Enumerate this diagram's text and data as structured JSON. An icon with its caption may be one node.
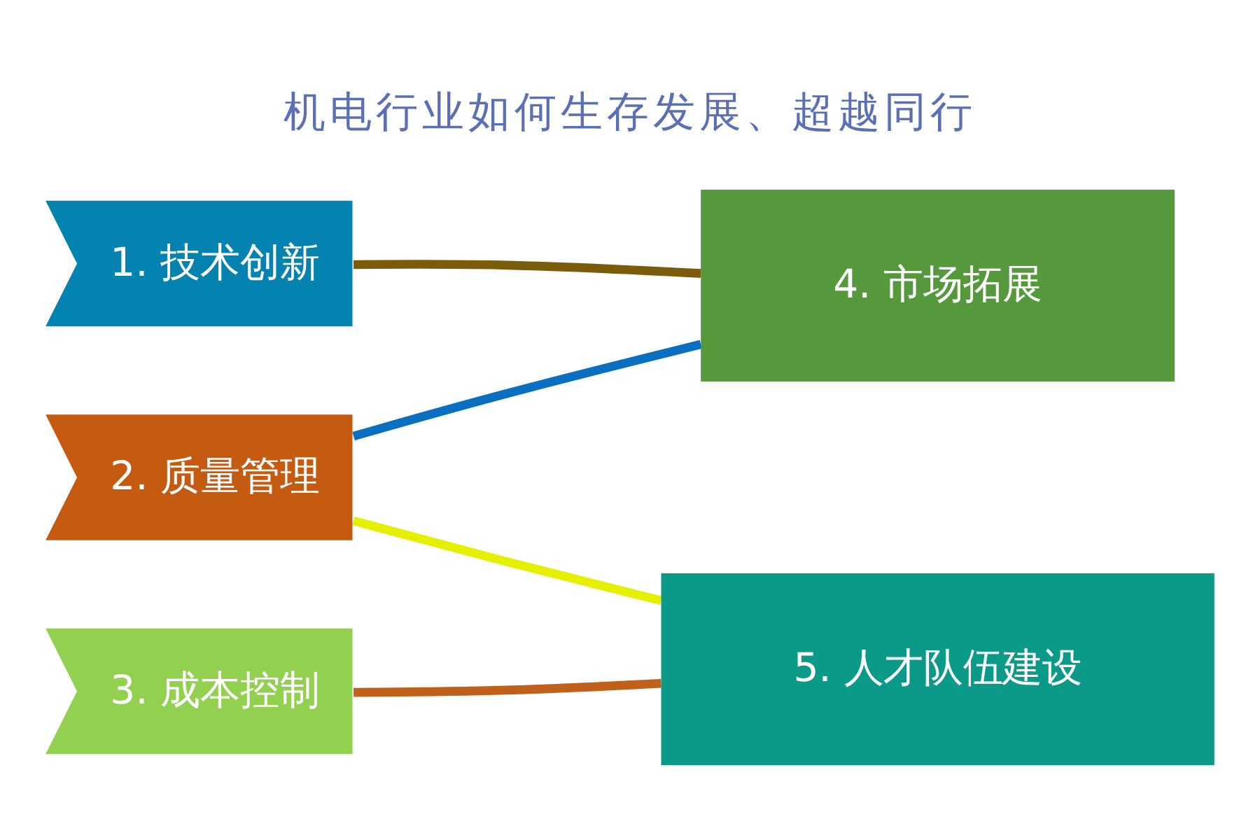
{
  "diagram": {
    "title": "机电行业如何生存发展、超越同行",
    "nodes": [
      {
        "text": [
          "1. 技术创新"
        ]
      },
      {
        "text": [
          "2.  质量管理"
        ]
      },
      {
        "text": [
          "3.  成本控制"
        ]
      },
      {
        "text": [
          "4.  市场拓展"
        ]
      },
      {
        "text": [
          "5. 人才队伍建设"
        ]
      }
    ],
    "edges": [
      {
        "from": 0,
        "to": 3,
        "arrow": "none",
        "color": "#7a5c0a"
      },
      {
        "from": 1,
        "to": 3,
        "arrow": "none",
        "color": "#0a6fc0"
      },
      {
        "from": 1,
        "to": 4,
        "arrow": "none",
        "color": "#e5f000"
      },
      {
        "from": 2,
        "to": 4,
        "arrow": "none",
        "color": "#c0601a"
      }
    ]
  }
}
